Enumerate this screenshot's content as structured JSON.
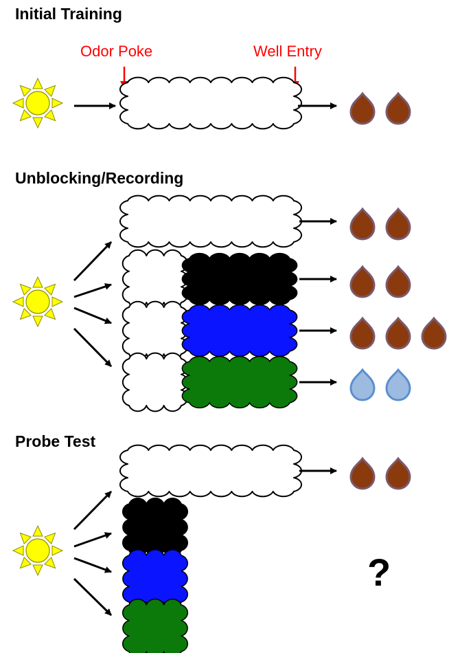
{
  "sections": {
    "initial": {
      "title": "Initial Training",
      "odor_poke_label": "Odor Poke",
      "well_entry_label": "Well Entry"
    },
    "unblocking": {
      "title": "Unblocking/Recording"
    },
    "probe": {
      "title": "Probe Test",
      "unknown_outcome": "?"
    }
  },
  "colors": {
    "sun_fill": "#ffff00",
    "sun_stroke": "#8c8c00",
    "label_red": "#ff0000",
    "cloud_white": "#ffffff",
    "cloud_black": "#000000",
    "cloud_blue": "#0a14ff",
    "cloud_green": "#0b7a0b",
    "drop_brown": "#8b3a0e",
    "drop_brown_stroke": "#7a5a6e",
    "drop_water": "#9dbbe0",
    "drop_water_stroke": "#5b8ecf"
  },
  "rows": {
    "initial": {
      "cue": "white",
      "reward_drops": 2,
      "reward_type": "sucrose"
    },
    "unblocking": [
      {
        "cues": [
          "white"
        ],
        "reward_drops": 2,
        "reward_type": "sucrose"
      },
      {
        "cues": [
          "white",
          "black"
        ],
        "reward_drops": 2,
        "reward_type": "sucrose"
      },
      {
        "cues": [
          "white",
          "blue"
        ],
        "reward_drops": 3,
        "reward_type": "sucrose"
      },
      {
        "cues": [
          "white",
          "green"
        ],
        "reward_drops": 2,
        "reward_type": "water"
      }
    ],
    "probe": [
      {
        "cues": [
          "white"
        ],
        "reward_drops": 2,
        "reward_type": "sucrose"
      },
      {
        "cues": [
          "black"
        ],
        "reward_drops": 0
      },
      {
        "cues": [
          "blue"
        ],
        "reward_drops": 0
      },
      {
        "cues": [
          "green"
        ],
        "reward_drops": 0
      }
    ]
  }
}
